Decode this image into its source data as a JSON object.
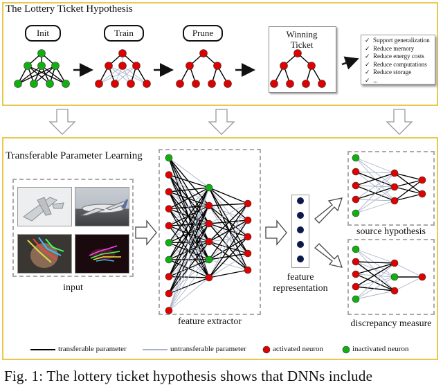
{
  "top_panel": {
    "title": "The Lottery Ticket Hypothesis",
    "stages": [
      "Init",
      "Train",
      "Prune"
    ],
    "winning_ticket_line1": "Winning",
    "winning_ticket_line2": "Ticket",
    "checklist": [
      "Support generalization",
      "Reduce  memory",
      "Reduce energy costs",
      "Reduce computations",
      "Reduce storage",
      "..."
    ],
    "check_mark": "✓"
  },
  "bottom_panel": {
    "title": "Transferable Parameter Learning",
    "input_label": "input",
    "feature_extractor_label": "feature extractor",
    "feature_representation_line1": "feature",
    "feature_representation_line2": "representation",
    "source_hypothesis_label": "source hypothesis",
    "discrepancy_measure_label": "discrepancy measure"
  },
  "legend": {
    "transferable": "transferable parameter",
    "untransferable": "untransferable parameter",
    "activated": "activated neuron",
    "inactivated": "inactivated neuron"
  },
  "colors": {
    "panel_border": "#e8c850",
    "activated": "#e00000",
    "inactivated": "#10b010",
    "transferable_line": "#000000",
    "untransferable_line": "#aab4c8",
    "feature_dot": "#0b1a4a"
  },
  "caption": "Fig. 1: The lottery ticket hypothesis shows that DNNs include"
}
